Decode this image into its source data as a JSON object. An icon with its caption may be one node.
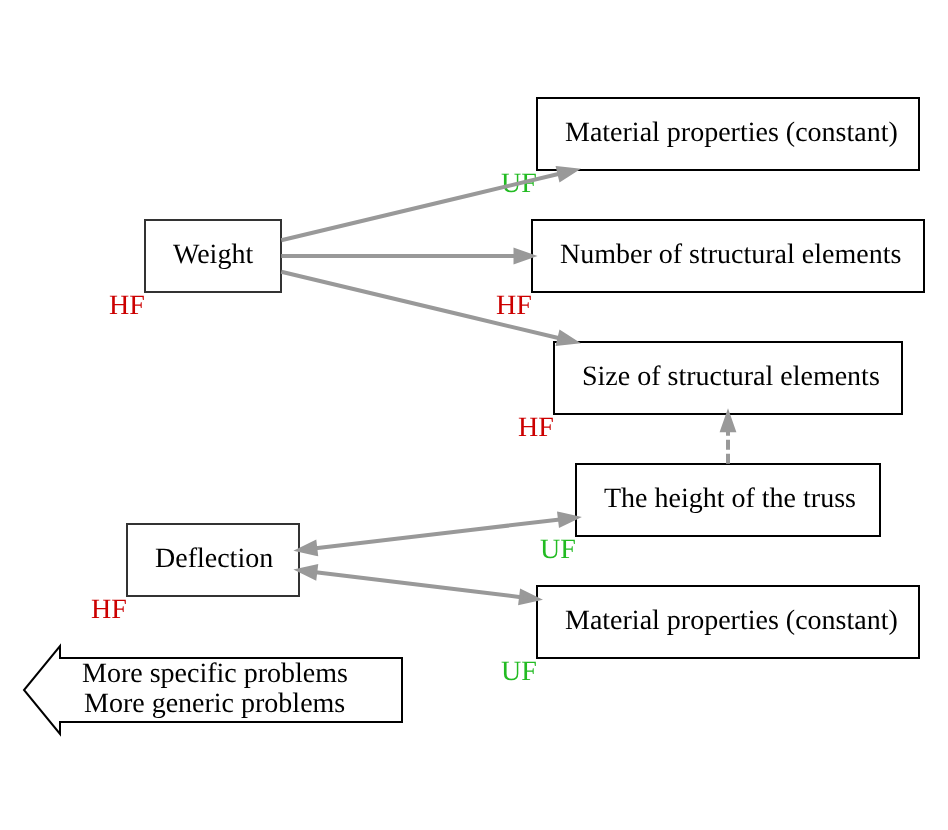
{
  "diagram": {
    "nodes": [
      {
        "text": [
          "More specific problems",
          "More generic problems"
        ]
      },
      {
        "text": [
          "Weight"
        ],
        "beside": [
          "HF"
        ]
      },
      {
        "text": [
          "Material properties (constant)"
        ],
        "beside": [
          "UF"
        ]
      },
      {
        "text": [
          "Number of structural elements"
        ],
        "beside": [
          "HF"
        ]
      },
      {
        "text": [
          "Size of structural elements"
        ],
        "beside": [
          "HF"
        ]
      },
      {
        "text": [
          "Deflection"
        ],
        "beside": [
          "HF"
        ]
      },
      {
        "text": [
          "The height of the truss"
        ],
        "beside": [
          "UF"
        ]
      },
      {
        "text": [
          "Material properties (constant)"
        ],
        "beside": [
          "UF"
        ]
      }
    ],
    "edges": [
      {
        "from": 1,
        "to": 2,
        "arrow": "to"
      },
      {
        "from": 1,
        "to": 3,
        "arrow": "to"
      },
      {
        "from": 1,
        "to": 4,
        "arrow": "to"
      },
      {
        "from": 6,
        "to": 4,
        "arrow": "to",
        "style": "dashed"
      },
      {
        "from": 5,
        "to": 6,
        "arrow": "both"
      },
      {
        "from": 5,
        "to": 7,
        "arrow": "both"
      }
    ]
  }
}
